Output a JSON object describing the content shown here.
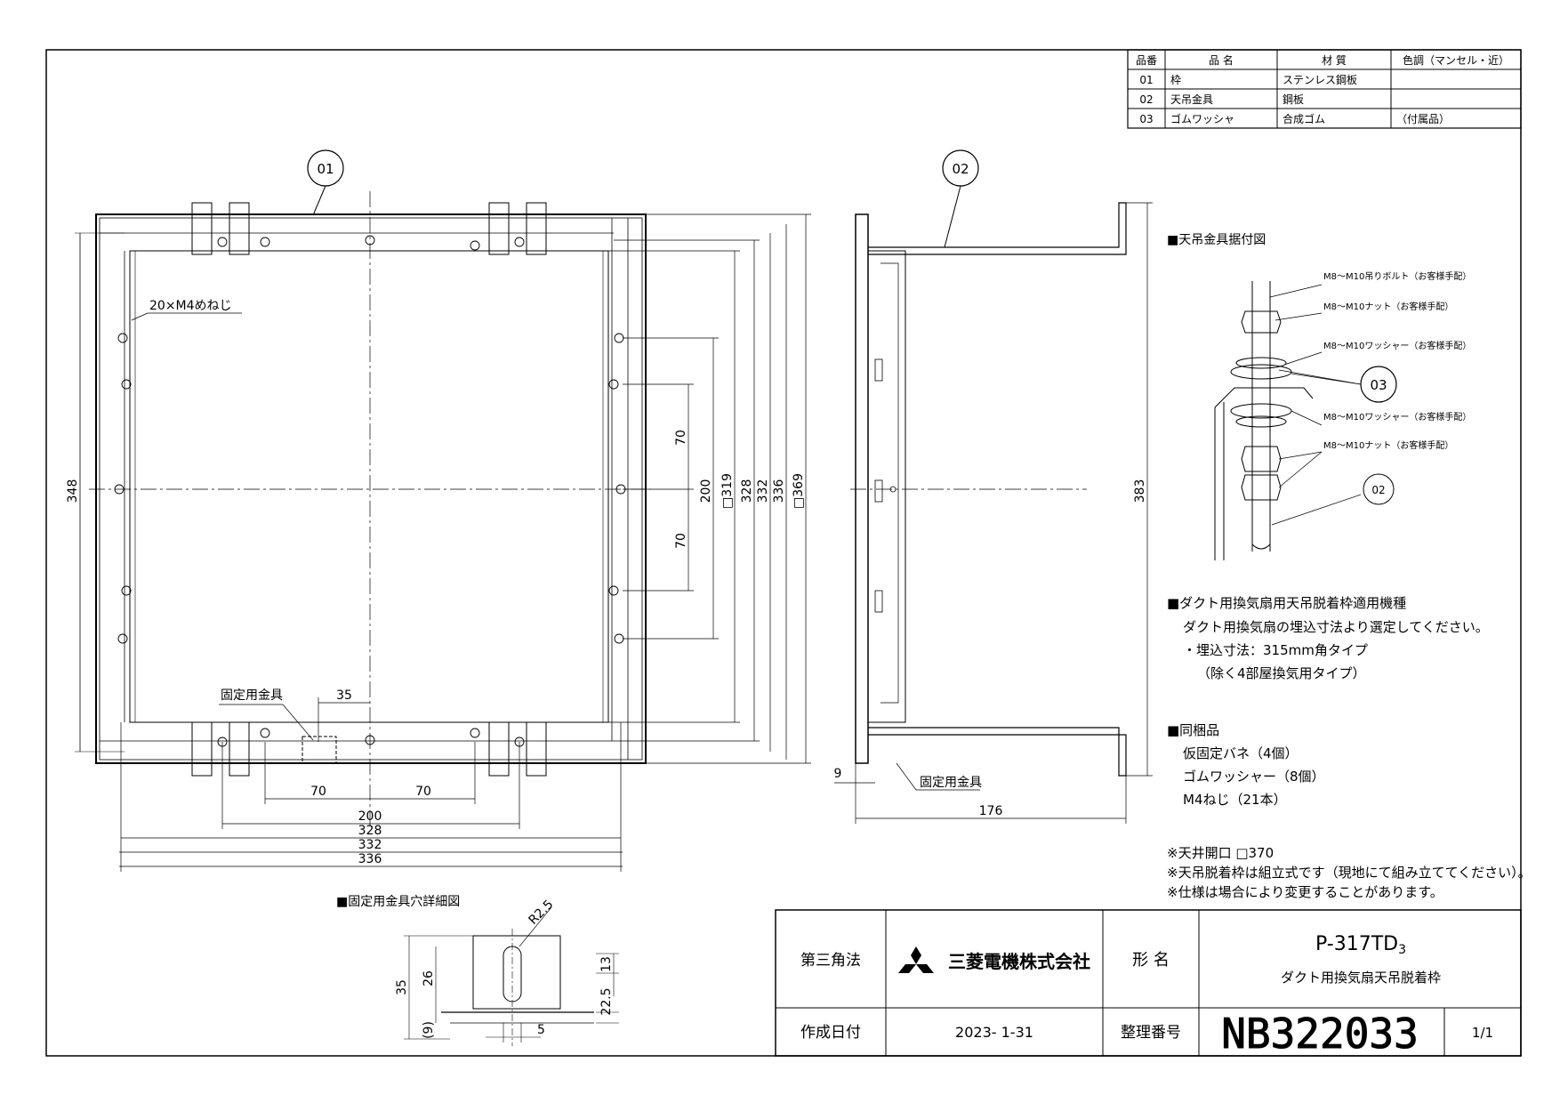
{
  "parts_table": {
    "headers": [
      "品番",
      "品 名",
      "材 質",
      "色調（マンセル・近）"
    ],
    "rows": [
      [
        "01",
        "枠",
        "ステンレス鋼板",
        ""
      ],
      [
        "02",
        "天吊金具",
        "鋼板",
        ""
      ],
      [
        "03",
        "ゴムワッシャ",
        "合成ゴム",
        "（付属品）"
      ]
    ]
  },
  "callouts": {
    "c01": "01",
    "c02": "02",
    "c03": "03",
    "c02_small": "02"
  },
  "front_view": {
    "screw_note": "20×M4めねじ",
    "fixing_bracket": "固定用金具",
    "dims": {
      "h348": "348",
      "v70a": "70",
      "v200": "200",
      "v70b": "70",
      "v319": "□319",
      "v328": "328",
      "v332": "332",
      "v336": "336",
      "v369": "□369",
      "h35": "35",
      "h70a": "70",
      "h70b": "70",
      "h200": "200",
      "h328": "328",
      "h332": "332",
      "h336": "336"
    }
  },
  "side_view": {
    "dim383": "383",
    "dim9": "9",
    "dim176": "176",
    "fixing_bracket": "固定用金具"
  },
  "install_diagram": {
    "title": "■天吊金具据付図",
    "labels": [
      "M8～M10吊りボルト（お客様手配）",
      "M8～M10ナット（お客様手配）",
      "M8～M10ワッシャー（お客様手配）",
      "M8～M10ワッシャー（お客様手配）",
      "M8～M10ナット（お客様手配）"
    ]
  },
  "notes": {
    "models_title": "■ダクト用換気扇用天吊脱着枠適用機種",
    "models_lines": [
      "ダクト用換気扇の埋込寸法より選定してください。",
      "・埋込寸法：315mm角タイプ",
      "（除く4部屋換気用タイプ）"
    ],
    "included_title": "■同梱品",
    "included_lines": [
      "仮固定バネ（4個）",
      "ゴムワッシャー（8個）",
      "M4ねじ（21本）"
    ],
    "footnotes": [
      "※天井開口 □370",
      "※天吊脱着枠は組立式です（現地にて組み立ててください）。",
      "※仕様は場合により変更することがあります。"
    ]
  },
  "hole_detail": {
    "title": "■固定用金具穴詳細図",
    "r": "R2.5",
    "d35": "35",
    "d26": "26",
    "d9": "(9)",
    "d13": "13",
    "d22_5": "22.5",
    "d5": "5"
  },
  "title_block": {
    "projection": "第三角法",
    "company": "三菱電機株式会社",
    "model_label": "形 名",
    "model_main": "P-317TD",
    "model_sub": "3",
    "product_name": "ダクト用換気扇天吊脱着枠",
    "date_label": "作成日付",
    "date": "2023- 1-31",
    "drawing_no_label": "整理番号",
    "drawing_no": "NB322033",
    "sheet": "1/1"
  }
}
